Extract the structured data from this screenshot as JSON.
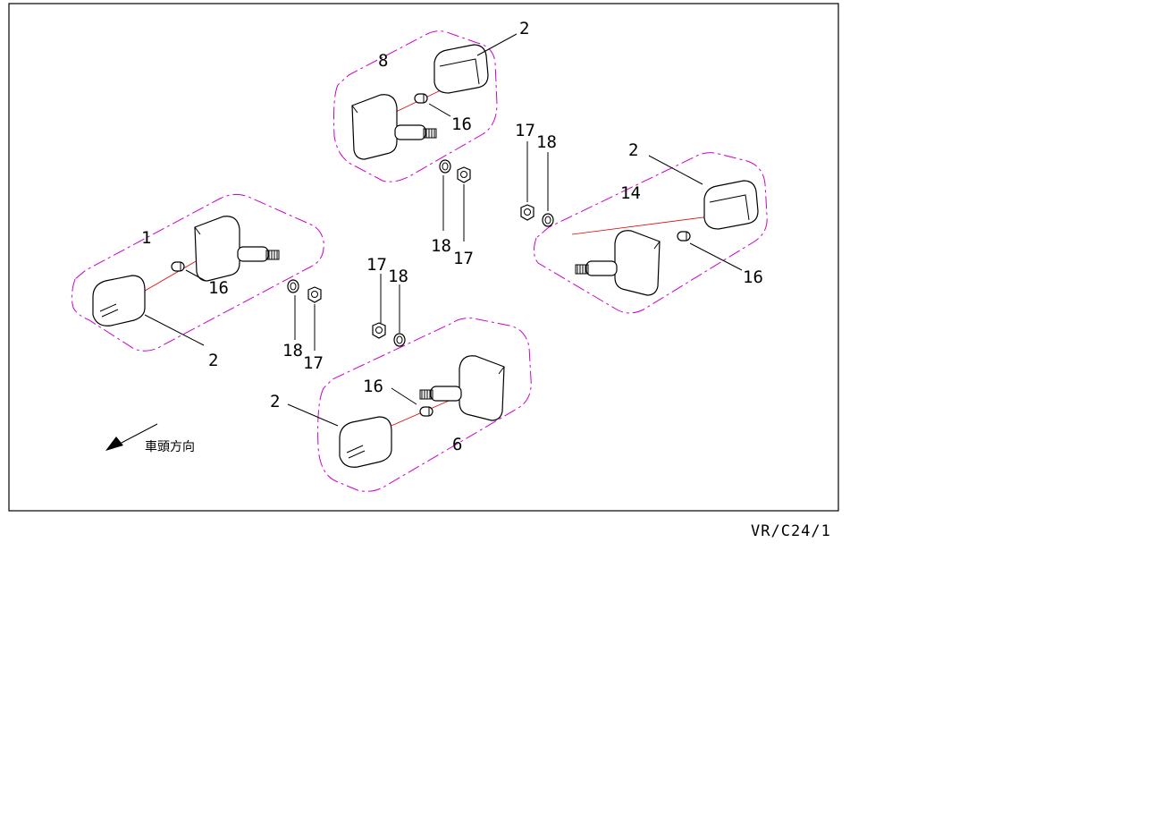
{
  "diagram": {
    "direction_label": "車頭方向",
    "drawing_code": "VR/C24/1",
    "colors": {
      "frame": "#000000",
      "group_outline": "#cc00cc",
      "center_line": "#e00000"
    },
    "assemblies": [
      {
        "id": "front-left",
        "group_number": "1",
        "lens": "2",
        "bulb": "16",
        "washer": "18",
        "nut": "17"
      },
      {
        "id": "front-right",
        "group_number": "8",
        "lens": "2",
        "bulb": "16",
        "washer": "18",
        "nut": "17"
      },
      {
        "id": "rear-right",
        "group_number": "14",
        "lens": "2",
        "bulb": "16",
        "washer": "18",
        "nut": "17"
      },
      {
        "id": "rear-left",
        "group_number": "6",
        "lens": "2",
        "bulb": "16",
        "washer": "18",
        "nut": "17"
      }
    ]
  }
}
